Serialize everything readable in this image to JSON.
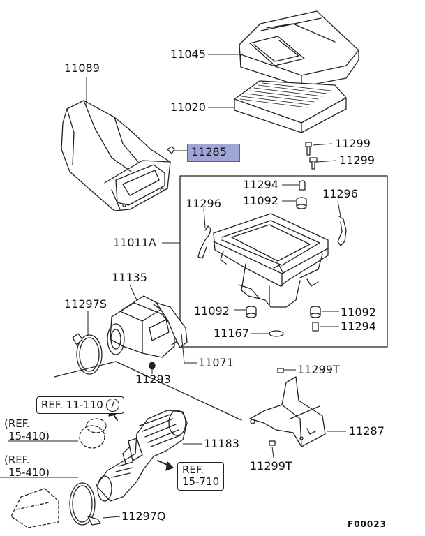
{
  "diagram_code": "F00023",
  "parts": {
    "p11089": "11089",
    "p11045": "11045",
    "p11020": "11020",
    "p11285": "11285",
    "p11299a": "11299",
    "p11299b": "11299",
    "p11294a": "11294",
    "p11092a": "11092",
    "p11296a": "11296",
    "p11296b": "11296",
    "p11011A": "11011A",
    "p11135": "11135",
    "p11297S": "11297S",
    "p11092b": "11092",
    "p11092c": "11092",
    "p11167": "11167",
    "p11294b": "11294",
    "p11071": "11071",
    "p11293": "11293",
    "p11299Ta": "11299T",
    "p11287": "11287",
    "p11183": "11183",
    "p11299Tb": "11299T",
    "p11297Q": "11297Q"
  },
  "refs": {
    "ref1": "REF. 11-110",
    "ref1_circle": "7",
    "ref2_line1": "REF.",
    "ref2_line2": "15-710",
    "paren1_line1": "(REF.",
    "paren1_line2": "15-410)",
    "paren2_line1": "(REF.",
    "paren2_line2": "15-410)"
  },
  "highlight_color": "#9fa6d6"
}
